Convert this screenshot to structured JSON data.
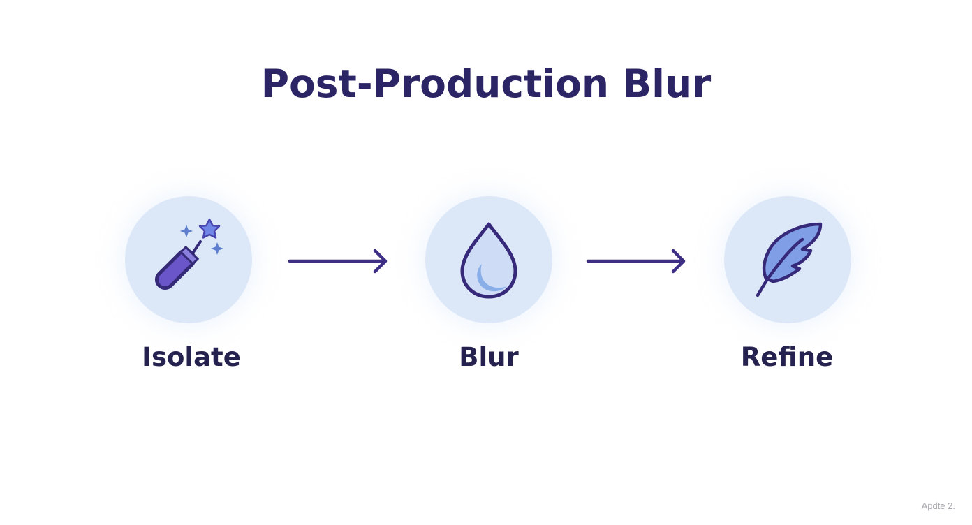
{
  "title": "Post-Production Blur",
  "steps": [
    {
      "label": "Isolate",
      "icon": "magic-wand-icon"
    },
    {
      "label": "Blur",
      "icon": "water-drop-icon"
    },
    {
      "label": "Refine",
      "icon": "feather-icon"
    }
  ],
  "connectors": [
    {
      "icon": "arrow-right-icon"
    },
    {
      "icon": "arrow-right-icon"
    }
  ],
  "watermark": "Apdte 2.",
  "colors": {
    "title": "#2b2566",
    "label": "#25224f",
    "circle_bg": "#dce8f8",
    "accent_dark": "#3a2f7a",
    "accent_purple": "#6a56c8",
    "accent_blue": "#7f9ee6"
  }
}
